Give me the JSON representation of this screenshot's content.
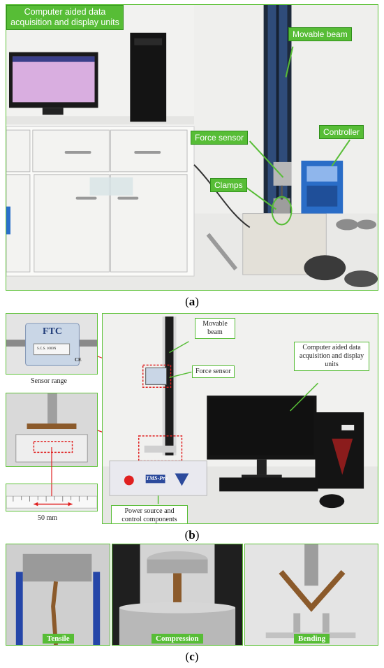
{
  "panel_a": {
    "caption_letter": "a",
    "labels": {
      "computer": "Computer aided data acquisition and display units",
      "movable_beam": "Movable beam",
      "controller": "Controller",
      "force_sensor": "Force sensor",
      "clamps": "Clamps"
    }
  },
  "panel_b": {
    "caption_letter": "b",
    "device_text": {
      "brand": "FTC",
      "range_plate": "S.C.S. 1000N",
      "ce": "CE",
      "base_brand": "TMS-Pro"
    },
    "labels": {
      "sensor_range": "Sensor range",
      "fifty_mm": "50 mm",
      "movable_beam": "Movable beam",
      "force_sensor": "Force sensor",
      "computer": "Computer aided data acquisition and display units",
      "power": "Power source and control components"
    }
  },
  "panel_c": {
    "caption_letter": "c",
    "labels": {
      "tensile": "Tensile",
      "compression": "Compression",
      "bending": "Bending"
    }
  },
  "colors": {
    "label_green": "#57bd36",
    "border_green": "#5fc23a",
    "arrow_red": "#e02020"
  }
}
